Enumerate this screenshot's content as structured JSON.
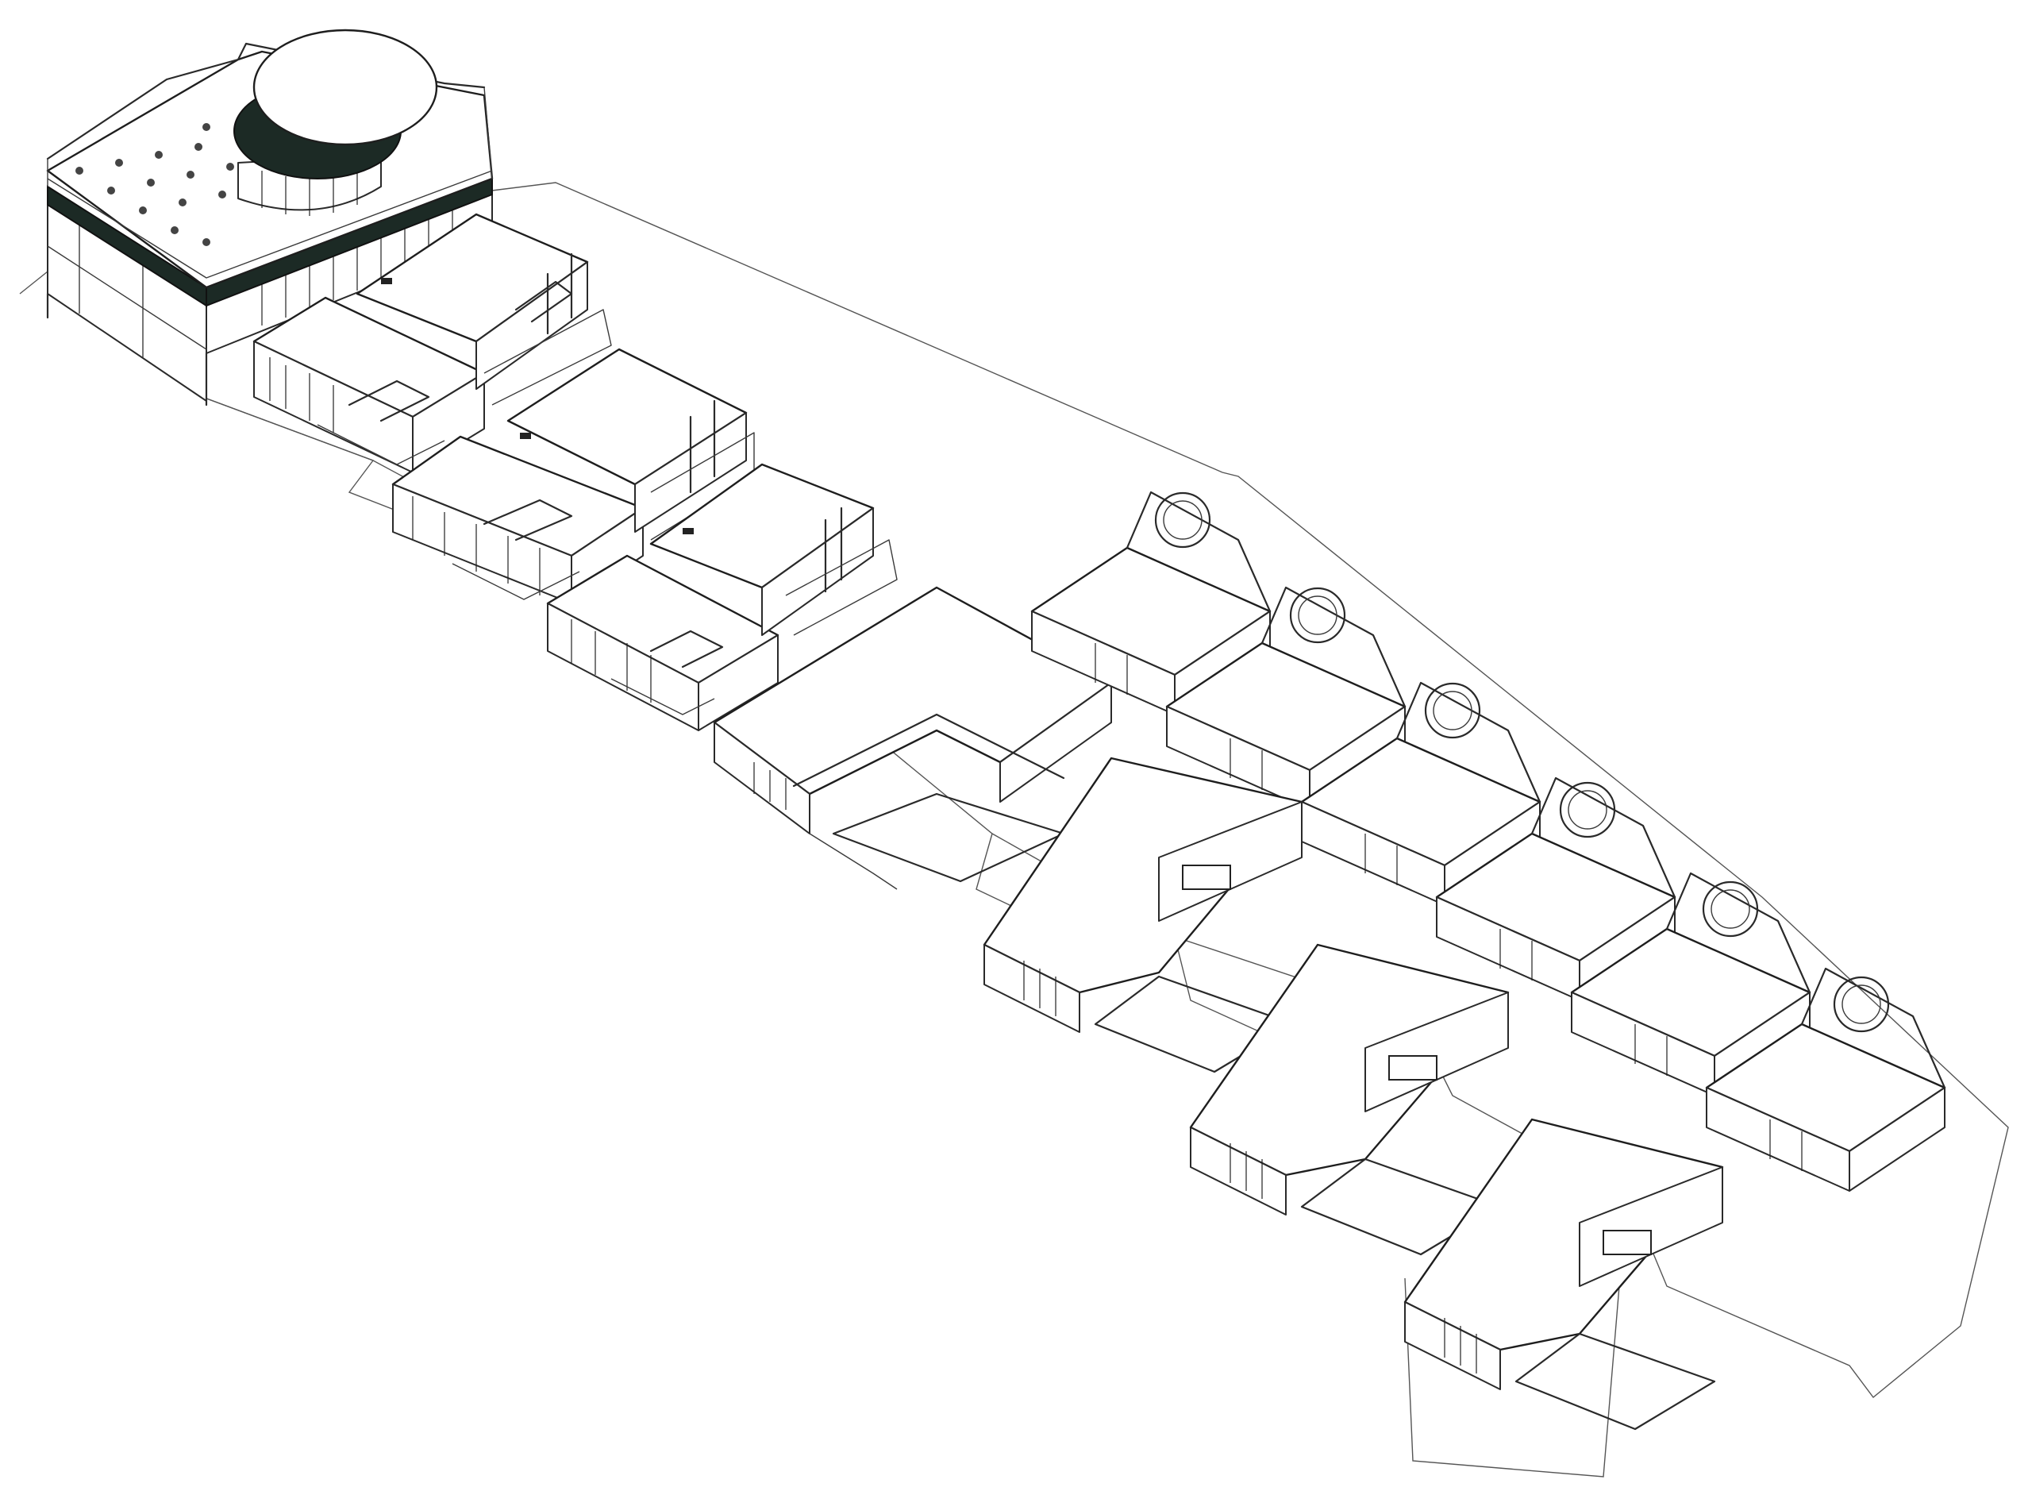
{
  "drawing": {
    "style": "black-and-white isometric line drawing",
    "colors": {
      "background": "#ffffff",
      "line": "#2a2a2a",
      "dark_fill": "#1c2a25"
    },
    "components": {
      "main_building": 1,
      "upper_villas": 7,
      "lower_villas": 4,
      "rooftop_circular_skylights": 6
    }
  }
}
